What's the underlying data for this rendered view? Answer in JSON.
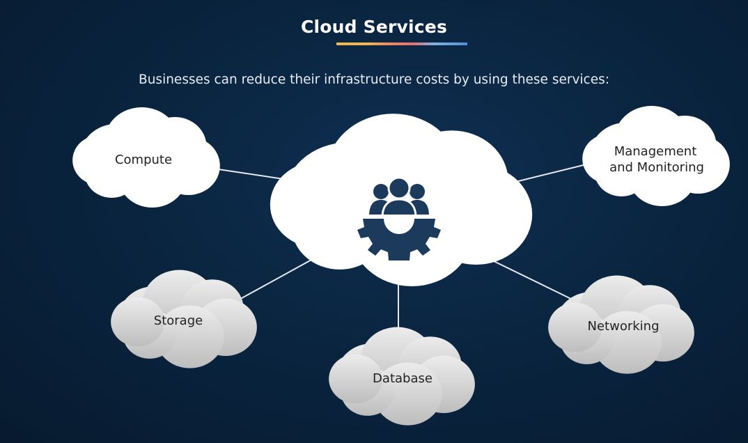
{
  "title": "Cloud Services",
  "subtitle": "Businesses can reduce their infrastructure costs by using these services:",
  "center_icon": "team-gear-icon",
  "nodes": {
    "compute": "Compute",
    "management_line1": "Management",
    "management_line2": "and Monitoring",
    "storage": "Storage",
    "database": "Database",
    "networking": "Networking"
  },
  "colors": {
    "background": "#0a2540",
    "cloud_white": "#ffffff",
    "cloud_grey": "#d4d4d4",
    "icon": "#1b3a5c",
    "connector": "#e6e9ed"
  }
}
